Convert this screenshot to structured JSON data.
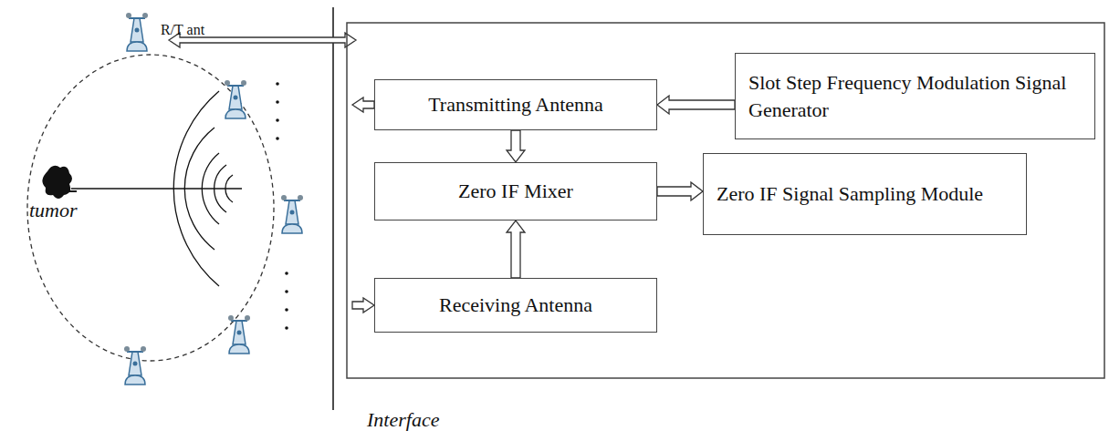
{
  "diagram": {
    "nodes": [
      {
        "text": [
          "Transmitting Antenna"
        ]
      },
      {
        "text": [
          "Slot Step Frequency Modulation Signal Generator"
        ]
      },
      {
        "text": [
          "Zero IF Mixer"
        ]
      },
      {
        "text": [
          "Zero IF Signal Sampling Module"
        ]
      },
      {
        "text": [
          "Receiving Antenna"
        ]
      }
    ],
    "edges": [
      {
        "from": 1,
        "to": 0,
        "arrow": "to"
      },
      {
        "from": 0,
        "to": 2,
        "arrow": "to"
      },
      {
        "from": 4,
        "to": 2,
        "arrow": "to"
      },
      {
        "from": 2,
        "to": 3,
        "arrow": "to"
      }
    ],
    "labels": [
      "R/T ant",
      "tumor",
      "Interface"
    ]
  }
}
